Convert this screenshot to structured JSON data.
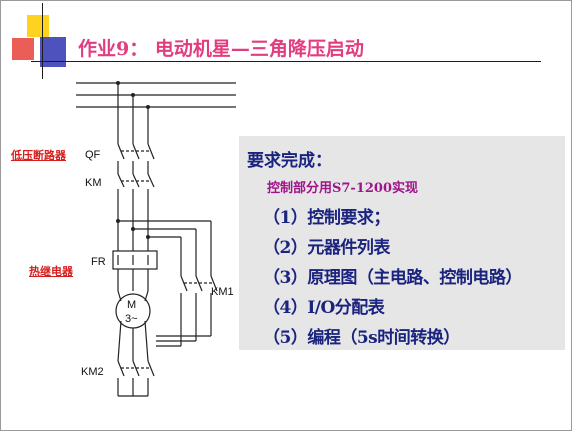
{
  "slide": {
    "title": "作业9： 电动机星—三角降压启动",
    "labels": {
      "breaker": "低压断路器",
      "thermal_relay": "热继电器"
    },
    "circuit": {
      "qf": "QF",
      "km": "KM",
      "fr": "FR",
      "km1": "KM1",
      "km2": "KM2",
      "motor_m": "M",
      "motor_phase": "3~"
    },
    "requirements": {
      "heading": "要求完成：",
      "subheading": "控制部分用S7-1200实现",
      "items": [
        "（1）控制要求；",
        "（2）元器件列表",
        "（3）原理图（主电路、控制电路）",
        "（4）I/O分配表",
        "（5）编程（5s时间转换）"
      ]
    }
  }
}
